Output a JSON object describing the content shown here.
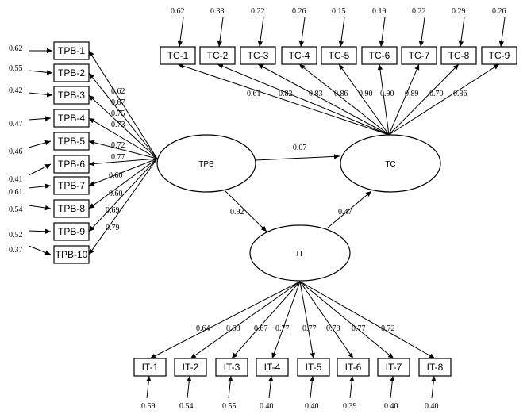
{
  "latent": {
    "tpb": "TPB",
    "tc": "TC",
    "it": "IT"
  },
  "paths": {
    "tpb_tc": "- 0.07",
    "tpb_it": "0.92",
    "it_tc": "0.47"
  },
  "tpb_items": [
    {
      "label": "TPB-1",
      "error": "0.62",
      "loading": "0.62"
    },
    {
      "label": "TPB-2",
      "error": "0.55",
      "loading": "0.67"
    },
    {
      "label": "TPB-3",
      "error": "0.42",
      "loading": "0.75"
    },
    {
      "label": "TPB-4",
      "error": "0.47",
      "loading": "0.73"
    },
    {
      "label": "TPB-5",
      "error": "0.46",
      "loading": "0.72"
    },
    {
      "label": "TPB-6",
      "error": "0.41",
      "loading": "0.77"
    },
    {
      "label": "TPB-7",
      "error": "0.61",
      "loading": "0.60"
    },
    {
      "label": "TPB-8",
      "error": "0.54",
      "loading": "0.60"
    },
    {
      "label": "TPB-9",
      "error": "0.52",
      "loading": "0.69"
    },
    {
      "label": "TPB-10",
      "error": "0.37",
      "loading": "0.79"
    }
  ],
  "tc_items": [
    {
      "label": "TC-1",
      "error": "0.62",
      "loading": "0.61"
    },
    {
      "label": "TC-2",
      "error": "0.33",
      "loading": "0.82"
    },
    {
      "label": "TC-3",
      "error": "0.22",
      "loading": "0.83"
    },
    {
      "label": "TC-4",
      "error": "0.26",
      "loading": "0.86"
    },
    {
      "label": "TC-5",
      "error": "0.15",
      "loading": "0.90"
    },
    {
      "label": "TC-6",
      "error": "0.19",
      "loading": "0.90"
    },
    {
      "label": "TC-7",
      "error": "0.22",
      "loading": "0.89"
    },
    {
      "label": "TC-8",
      "error": "0.29",
      "loading": "0.70"
    },
    {
      "label": "TC-9",
      "error": "0.26",
      "loading": "0.86"
    }
  ],
  "it_items": [
    {
      "label": "IT-1",
      "error": "0.59",
      "loading": "0.64"
    },
    {
      "label": "IT-2",
      "error": "0.54",
      "loading": "0.68"
    },
    {
      "label": "IT-3",
      "error": "0.55",
      "loading": "0.67"
    },
    {
      "label": "IT-4",
      "error": "0.40",
      "loading": "0.77"
    },
    {
      "label": "IT-5",
      "error": "0.40",
      "loading": "0.77"
    },
    {
      "label": "IT-6",
      "error": "0.39",
      "loading": "0.78"
    },
    {
      "label": "IT-7",
      "error": "0.40",
      "loading": "0.77"
    },
    {
      "label": "IT-8",
      "error": "0.40",
      "loading": "0.72"
    }
  ]
}
